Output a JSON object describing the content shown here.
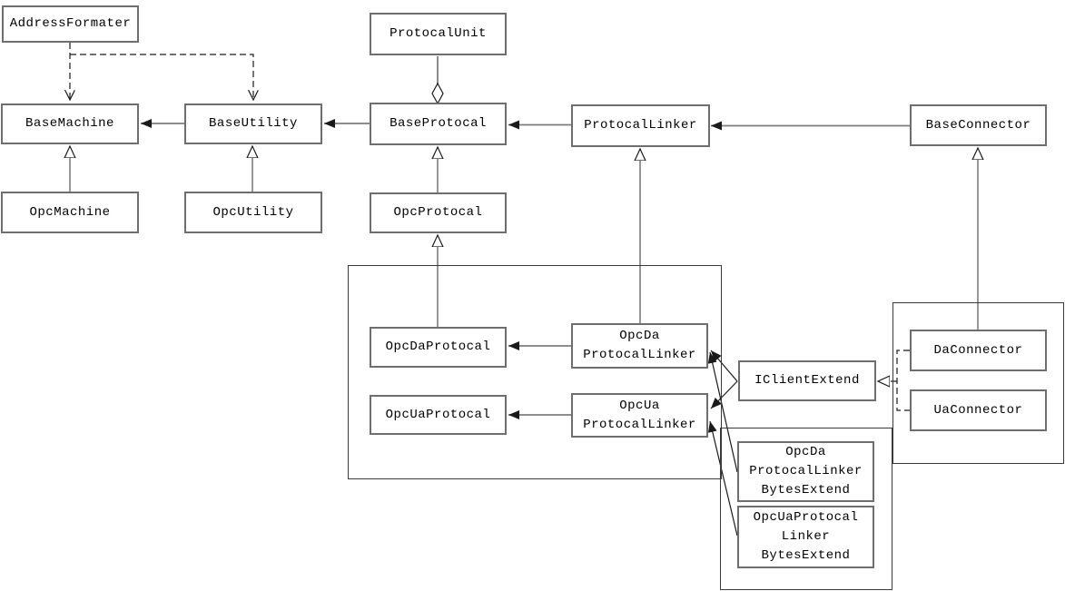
{
  "diagram": {
    "kind": "uml-class-diagram",
    "background": "#ffffff",
    "colors": {
      "box_border": "#6e6e6e",
      "group_border": "#3a3a3a",
      "association_line": "#7d7d7d",
      "arrow_and_dash": "#1a1a1a",
      "text": "#000000"
    },
    "boxes": {
      "addressFormater": {
        "label": "AddressFormater"
      },
      "protocalUnit": {
        "label": "ProtocalUnit"
      },
      "baseMachine": {
        "label": "BaseMachine"
      },
      "baseUtility": {
        "label": "BaseUtility"
      },
      "baseProtocal": {
        "label": "BaseProtocal"
      },
      "protocalLinker": {
        "label": "ProtocalLinker"
      },
      "baseConnector": {
        "label": "BaseConnector"
      },
      "opcMachine": {
        "label": "OpcMachine"
      },
      "opcUtility": {
        "label": "OpcUtility"
      },
      "opcProtocal": {
        "label": "OpcProtocal"
      },
      "opcDaProtocal": {
        "label": "OpcDaProtocal"
      },
      "opcUaProtocal": {
        "label": "OpcUaProtocal"
      },
      "opcDaProtocalLinker": {
        "lines": [
          "OpcDa",
          "ProtocalLinker"
        ]
      },
      "opcUaProtocalLinker": {
        "lines": [
          "OpcUa",
          "ProtocalLinker"
        ]
      },
      "iClientExtend": {
        "label": "IClientExtend"
      },
      "daConnector": {
        "label": "DaConnector"
      },
      "uaConnector": {
        "label": "UaConnector"
      },
      "opcDaProtocalLinkerBytesExtend": {
        "lines": [
          "OpcDa",
          "ProtocalLinker",
          "BytesExtend"
        ]
      },
      "opcUaProtocalLinkerBytesExtend": {
        "lines": [
          "OpcUaProtocal",
          "Linker",
          "BytesExtend"
        ]
      }
    },
    "edges": [
      {
        "from": "AddressFormater",
        "to": "BaseMachine",
        "type": "dependency-dashed-open-arrow"
      },
      {
        "from": "AddressFormater",
        "to": "BaseUtility",
        "type": "dependency-dashed-open-arrow"
      },
      {
        "from": "BaseUtility",
        "to": "BaseMachine",
        "type": "association-filled-arrow"
      },
      {
        "from": "BaseProtocal",
        "to": "BaseUtility",
        "type": "association-filled-arrow"
      },
      {
        "from": "ProtocalLinker",
        "to": "BaseProtocal",
        "type": "association-filled-arrow"
      },
      {
        "from": "BaseConnector",
        "to": "ProtocalLinker",
        "type": "association-filled-arrow"
      },
      {
        "from": "ProtocalUnit",
        "to": "BaseProtocal",
        "type": "aggregation-hollow-diamond"
      },
      {
        "from": "OpcMachine",
        "to": "BaseMachine",
        "type": "generalization-hollow-triangle"
      },
      {
        "from": "OpcUtility",
        "to": "BaseUtility",
        "type": "generalization-hollow-triangle"
      },
      {
        "from": "OpcProtocal",
        "to": "BaseProtocal",
        "type": "generalization-hollow-triangle"
      },
      {
        "from": "OpcDaProtocal",
        "to": "OpcProtocal",
        "type": "generalization-hollow-triangle"
      },
      {
        "from": "OpcDaProtocalLinker",
        "to": "ProtocalLinker",
        "type": "generalization-hollow-triangle"
      },
      {
        "from": "DaConnector",
        "to": "BaseConnector",
        "type": "generalization-hollow-triangle"
      },
      {
        "from": "OpcDaProtocalLinker",
        "to": "OpcDaProtocal",
        "type": "association-filled-arrow"
      },
      {
        "from": "OpcUaProtocalLinker",
        "to": "OpcUaProtocal",
        "type": "association-filled-arrow"
      },
      {
        "from": "DaConnector",
        "to": "IClientExtend",
        "type": "realization-dashed-hollow-triangle"
      },
      {
        "from": "UaConnector",
        "to": "IClientExtend",
        "type": "realization-dashed-hollow-triangle"
      },
      {
        "from": "IClientExtend",
        "to": "OpcDaProtocalLinker",
        "type": "association-filled-arrow"
      },
      {
        "from": "IClientExtend",
        "to": "OpcUaProtocalLinker",
        "type": "association-filled-arrow"
      },
      {
        "from": "OpcDaProtocalLinkerBytesExtend",
        "to": "OpcDaProtocalLinker",
        "type": "association-filled-arrow"
      },
      {
        "from": "OpcUaProtocalLinkerBytesExtend",
        "to": "OpcUaProtocalLinker",
        "type": "association-filled-arrow"
      }
    ]
  }
}
